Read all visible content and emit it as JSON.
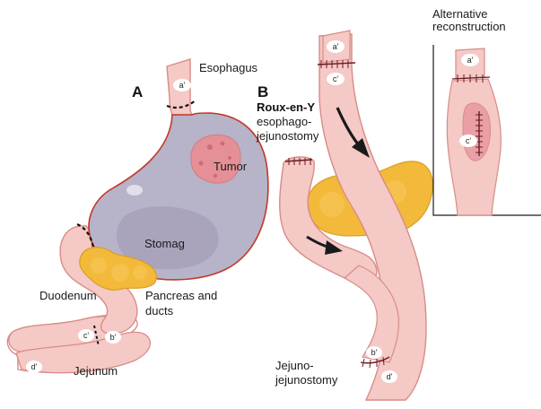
{
  "panels": {
    "a": {
      "letter": "A"
    },
    "b": {
      "letter": "B"
    }
  },
  "labels": {
    "esophagus": "Esophagus",
    "tumor": "Tumor",
    "stomag": "Stomag",
    "duodenum": "Duodenum",
    "pancreas_line1": "Pancreas and",
    "pancreas_line2": "ducts",
    "jejunum": "Jejunum",
    "roux_line1": "Roux-en-Y",
    "roux_line2": "esophago-",
    "roux_line3": "jejunostomy",
    "alt_line1": "Alternative",
    "alt_line2": "reconstruction",
    "jj_line1": "Jejuno-",
    "jj_line2": "jejunostomy"
  },
  "markers": {
    "a_esophagus": "a'",
    "a_roux": "a'",
    "a_alt": "a'",
    "b_jejunum": "b'",
    "b_roux": "b'",
    "c_jejunum": "c'",
    "c_roux": "c'",
    "c_alt": "c'",
    "d_jejunum": "d'",
    "d_roux": "d'"
  },
  "colors": {
    "stomach_fill": "#b7b3c8",
    "stomach_outline": "#c0392b",
    "intestine_fill": "#f4c9c6",
    "intestine_outline": "#d98c86",
    "pancreas_fill": "#f3b93a",
    "tumor_fill": "#e58f96",
    "arrow": "#1a1a1a",
    "staple": "#6b1a22"
  }
}
